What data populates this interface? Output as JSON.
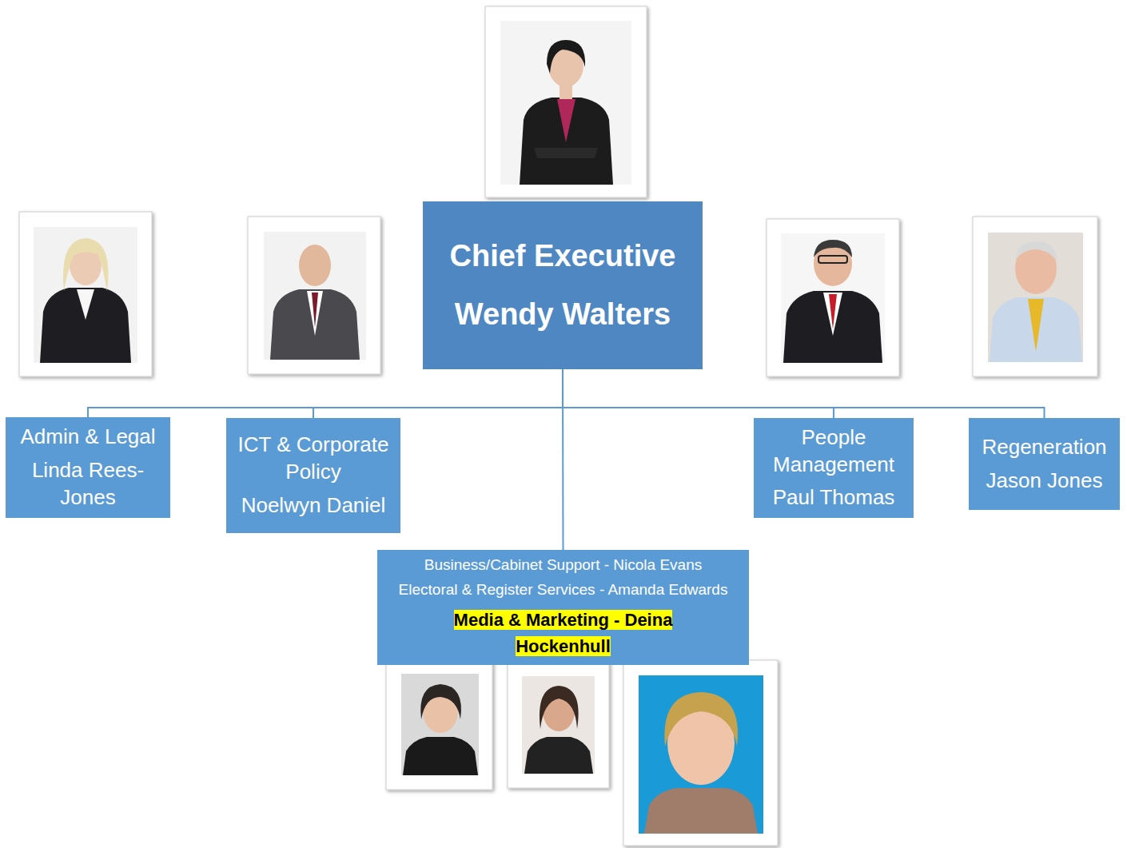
{
  "diagram": {
    "nodes": [
      {
        "text": [
          "Chief Executive",
          "Wendy Walters"
        ]
      },
      {
        "text": [
          "Admin & Legal",
          "Linda Rees-Jones"
        ]
      },
      {
        "text": [
          "ICT & Corporate Policy",
          "Noelwyn Daniel"
        ]
      },
      {
        "text": [
          "People Management",
          "Paul Thomas"
        ]
      },
      {
        "text": [
          "Regeneration",
          "Jason Jones"
        ]
      },
      {
        "text": [
          "Business/Cabinet Support - Nicola Evans",
          "Electoral & Register Services - Amanda Edwards",
          "Media & Marketing - Deina Hockenhull"
        ]
      }
    ],
    "edges": [
      {
        "from": 0,
        "to": 1,
        "arrow": "none"
      },
      {
        "from": 0,
        "to": 2,
        "arrow": "none"
      },
      {
        "from": 0,
        "to": 5,
        "arrow": "none"
      },
      {
        "from": 0,
        "to": 3,
        "arrow": "none"
      },
      {
        "from": 0,
        "to": 4,
        "arrow": "none"
      }
    ]
  }
}
